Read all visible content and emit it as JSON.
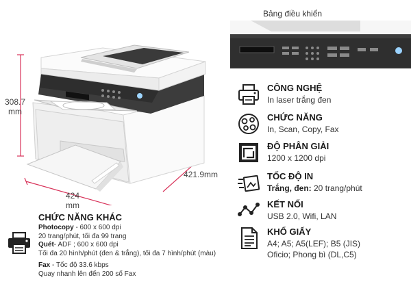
{
  "dimensions": {
    "height_label": "308.7\nmm",
    "width_label": "424\nmm",
    "depth_label": "421.9mm"
  },
  "control_panel": {
    "caption": "Bảng điều khiển"
  },
  "specs": [
    {
      "icon": "printer-icon",
      "title": "CÔNG NGHỆ",
      "lines": [
        "In laser trắng đen"
      ]
    },
    {
      "icon": "functions-icon",
      "title": "CHỨC NĂNG",
      "lines": [
        "In, Scan, Copy, Fax"
      ]
    },
    {
      "icon": "resolution-icon",
      "title": "ĐỘ PHÂN GIẢI",
      "lines": [
        "1200 x 1200 dpi"
      ]
    },
    {
      "icon": "speed-icon",
      "title": "TỐC ĐỘ IN",
      "speed_bold": "Trắng, đen:",
      "speed_rest": " 20 trang/phút"
    },
    {
      "icon": "connectivity-icon",
      "title": "KẾT NỐI",
      "lines": [
        "USB 2.0, Wifi, LAN"
      ]
    },
    {
      "icon": "paper-size-icon",
      "title": "KHỔ GIẤY",
      "lines": [
        "A4; A5; A5(LEF); B5 (JIS)",
        "Oficio; Phong bì (DL,C5)"
      ]
    }
  ],
  "other_functions": {
    "title": "CHỨC NĂNG KHÁC",
    "photocopy": {
      "label": "Photocopy",
      "line1": " - 600 x 600 dpi",
      "line2": "20 trang/phút, tối đa 99 trang"
    },
    "scan": {
      "label": "Quét",
      "line1": "- ADF ; 600 x 600 dpi",
      "line2": "Tối đa 20 hình/phút (đen & trắng), tối đa 7 hình/phút (màu)"
    },
    "fax": {
      "label": "Fax",
      "line1": " - Tốc độ 33.6 kbps",
      "line2": "Quay nhanh lên đến 200 số Fax"
    }
  },
  "colors": {
    "printer_body": "#f4f4f4",
    "printer_dark": "#3a3a3a",
    "dimension_line": "#d8335a",
    "text": "#222222"
  }
}
